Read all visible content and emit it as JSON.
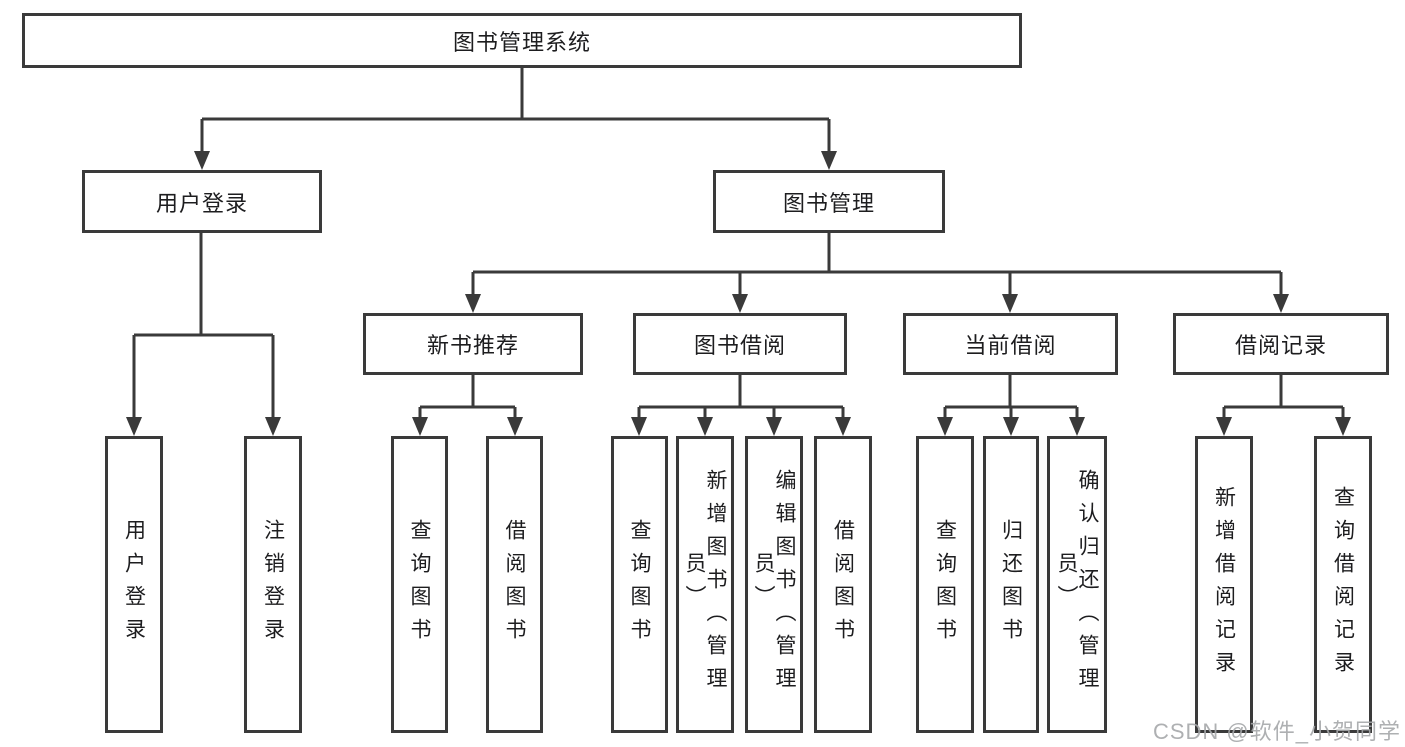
{
  "root": {
    "label": "图书管理系统"
  },
  "branches": [
    {
      "label": "用户登录",
      "children": [
        {
          "label": "用户登录"
        },
        {
          "label": "注销登录"
        }
      ]
    },
    {
      "label": "图书管理",
      "children": [
        {
          "label": "新书推荐",
          "children": [
            {
              "label": "查询图书"
            },
            {
              "label": "借阅图书"
            }
          ]
        },
        {
          "label": "图书借阅",
          "children": [
            {
              "label": "查询图书"
            },
            {
              "label": "新增图书（管理员）"
            },
            {
              "label": "编辑图书（管理员）"
            },
            {
              "label": "借阅图书"
            }
          ]
        },
        {
          "label": "当前借阅",
          "children": [
            {
              "label": "查询图书"
            },
            {
              "label": "归还图书"
            },
            {
              "label": "确认归还（管理员）"
            }
          ]
        },
        {
          "label": "借阅记录",
          "children": [
            {
              "label": "新增借阅记录"
            },
            {
              "label": "查询借阅记录"
            }
          ]
        }
      ]
    }
  ],
  "watermark": {
    "text": "CSDN @软件_小贺同学"
  },
  "colors": {
    "line": "#3a3a3a",
    "border": "#3a3a3a",
    "text": "#1d1d1f",
    "background": "#ffffff",
    "watermark": "#a5a7aa"
  }
}
